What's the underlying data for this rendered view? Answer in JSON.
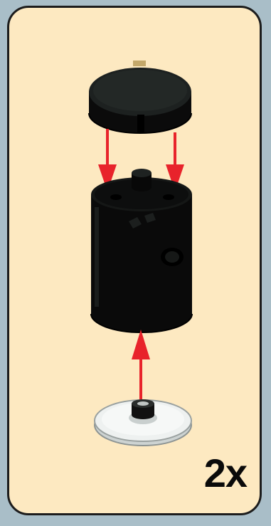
{
  "instruction_step": {
    "quantity_label": "2x"
  },
  "colors": {
    "background": "#a9bec8",
    "panel": "#fde9c1",
    "part_black": "#0d0d0d",
    "arrow_red": "#e8232b",
    "transparent_part": "#e4e7e6"
  },
  "parts": {
    "top_part": "round-tile-2x2-black",
    "middle_part": "round-brick-2x2-black",
    "bottom_part": "transparent-round-plate-with-bar"
  }
}
